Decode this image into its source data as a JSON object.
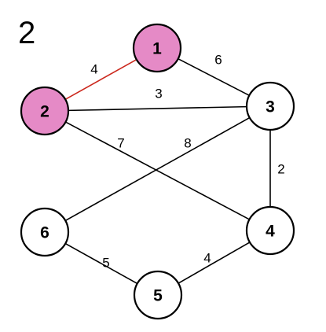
{
  "step_label": "2",
  "colors": {
    "highlight_node_fill": "#e58ac6",
    "default_node_fill": "#ffffff",
    "node_stroke": "#000000",
    "highlight_edge": "#cc2a1f",
    "default_edge": "#000000"
  },
  "nodes": [
    {
      "id": "1",
      "label": "1",
      "highlighted": true
    },
    {
      "id": "2",
      "label": "2",
      "highlighted": true
    },
    {
      "id": "3",
      "label": "3",
      "highlighted": false
    },
    {
      "id": "4",
      "label": "4",
      "highlighted": false
    },
    {
      "id": "5",
      "label": "5",
      "highlighted": false
    },
    {
      "id": "6",
      "label": "6",
      "highlighted": false
    }
  ],
  "edges": [
    {
      "from": "1",
      "to": "2",
      "weight": "4",
      "highlighted": true
    },
    {
      "from": "1",
      "to": "3",
      "weight": "6",
      "highlighted": false
    },
    {
      "from": "2",
      "to": "3",
      "weight": "3",
      "highlighted": false
    },
    {
      "from": "2",
      "to": "4",
      "weight": "7",
      "highlighted": false
    },
    {
      "from": "3",
      "to": "6",
      "weight": "8",
      "highlighted": false
    },
    {
      "from": "3",
      "to": "4",
      "weight": "2",
      "highlighted": false
    },
    {
      "from": "6",
      "to": "5",
      "weight": "5",
      "highlighted": false
    },
    {
      "from": "5",
      "to": "4",
      "weight": "4",
      "highlighted": false
    }
  ]
}
